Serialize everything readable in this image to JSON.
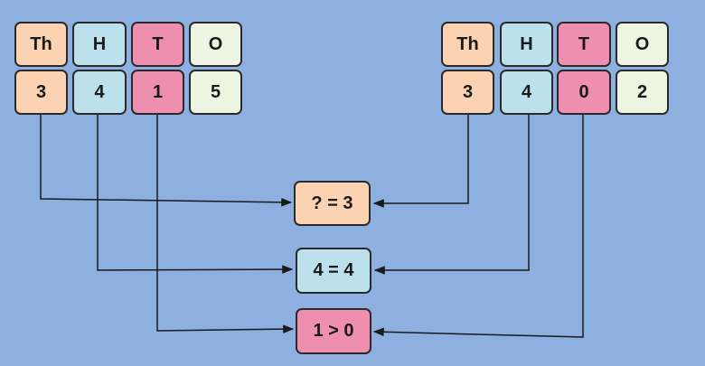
{
  "left_number": {
    "headers": [
      "Th",
      "H",
      "T",
      "O"
    ],
    "digits": [
      "3",
      "4",
      "1",
      "5"
    ]
  },
  "right_number": {
    "headers": [
      "Th",
      "H",
      "T",
      "O"
    ],
    "digits": [
      "3",
      "4",
      "0",
      "2"
    ]
  },
  "comparisons": [
    "? = 3",
    "4 = 4",
    "1 > 0"
  ],
  "colors": {
    "background": "#8db0e0",
    "thousands": "#fbd3b2",
    "hundreds": "#bde1ec",
    "tens": "#ee8fb0",
    "ones": "#eef4e2",
    "stroke": "#1a1a1a"
  }
}
